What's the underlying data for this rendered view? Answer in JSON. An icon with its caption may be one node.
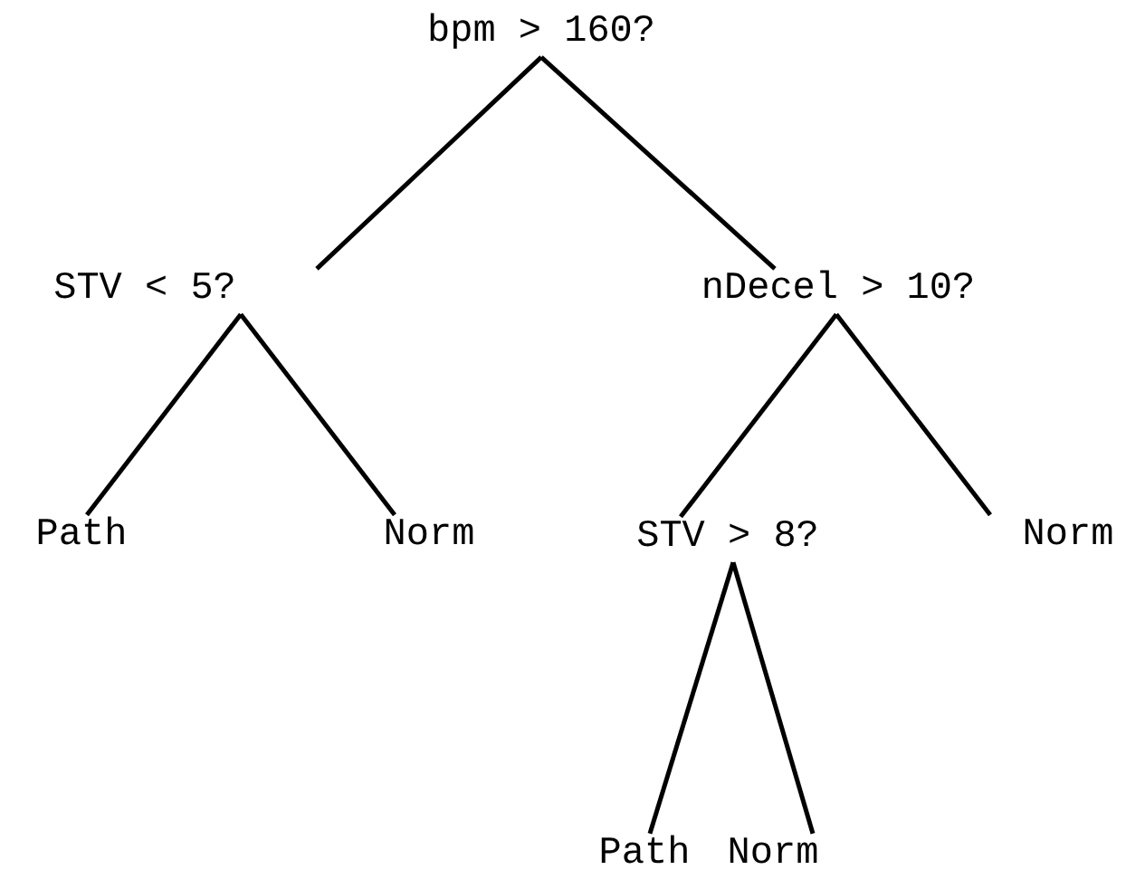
{
  "diagram": {
    "nodes": [
      {
        "text": [
          "bpm > 160?"
        ]
      },
      {
        "text": [
          "STV < 5?"
        ]
      },
      {
        "text": [
          "nDecel > 10?"
        ]
      },
      {
        "text": [
          "Path"
        ]
      },
      {
        "text": [
          "Norm"
        ]
      },
      {
        "text": [
          "STV > 8?"
        ]
      },
      {
        "text": [
          "Norm"
        ]
      },
      {
        "text": [
          "Path"
        ]
      },
      {
        "text": [
          "Norm"
        ]
      }
    ],
    "edges": [
      {
        "from": 0,
        "to": 1,
        "arrow": "none"
      },
      {
        "from": 0,
        "to": 2,
        "arrow": "none"
      },
      {
        "from": 1,
        "to": 3,
        "arrow": "none"
      },
      {
        "from": 1,
        "to": 4,
        "arrow": "none"
      },
      {
        "from": 2,
        "to": 5,
        "arrow": "none"
      },
      {
        "from": 2,
        "to": 6,
        "arrow": "none"
      },
      {
        "from": 5,
        "to": 7,
        "arrow": "none"
      },
      {
        "from": 5,
        "to": 8,
        "arrow": "none"
      }
    ]
  }
}
